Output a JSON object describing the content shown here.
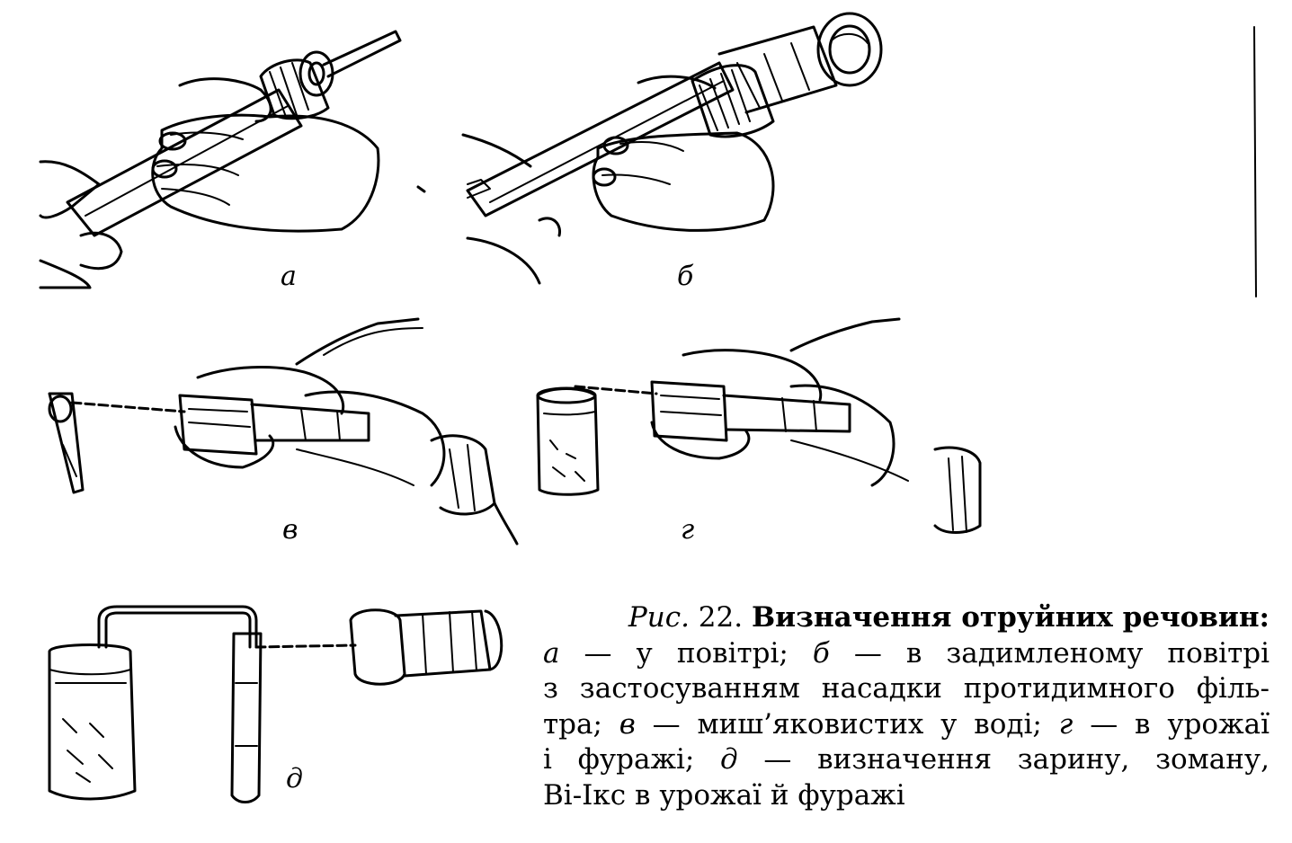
{
  "panels": {
    "a": {
      "label": "а"
    },
    "b": {
      "label": "б"
    },
    "v": {
      "label": "в"
    },
    "g": {
      "label": "г"
    },
    "d": {
      "label": "д"
    }
  },
  "caption": {
    "prefix": "Рис.",
    "number": "22.",
    "title": "Визначення отруйних речовин:",
    "items": [
      {
        "letter": "а",
        "text": "у повітрі;"
      },
      {
        "letter": "б",
        "text": "в задимленому повітрі з застосуванням насадки протидимного фільтра;"
      },
      {
        "letter": "в",
        "text": "миш’яковистих у воді;"
      },
      {
        "letter": "г",
        "text": "в урожаї і фуражі;"
      },
      {
        "letter": "д",
        "text": "визначення зарину, зоману, Ві-Ікс в урожаї й фуражі"
      }
    ],
    "lines": [
      "а — у повітрі; б — в задимленому повітрі",
      "з застосуванням насадки протидимного філь-",
      "тра; в — миш’яковистих у воді; г — в урожаї",
      "і фуражі; д — визначення зарину, зоману,",
      "Ві-Ікс в урожаї й фуражі"
    ],
    "line_parts": {
      "l1": {
        "a": "а",
        "t1": " — у повітрі; ",
        "b": "б",
        "t2": " — в задимленому повітрі"
      },
      "l2": {
        "t": "з застосуванням насадки протидимного філь-"
      },
      "l3": {
        "t0": "тра; ",
        "v": "в",
        "t1": " — миш’яковистих у воді; ",
        "g": "г",
        "t2": " — в урожаї"
      },
      "l4": {
        "t0": "і фуражі; ",
        "d": "д",
        "t1": " — визначення зарину, зоману,"
      },
      "l5": {
        "t": "Ві-Ікс в урожаї й фуражі"
      }
    }
  }
}
